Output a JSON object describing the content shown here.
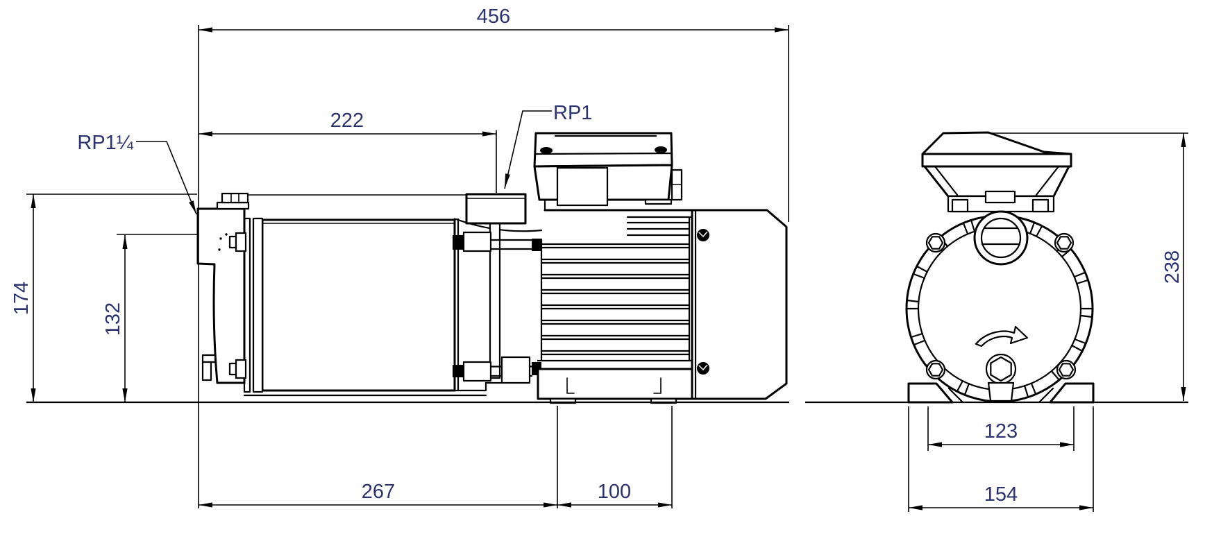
{
  "drawing": {
    "type": "technical-dimension-drawing",
    "subject": "Horizontal multistage centrifugal pump with motor - side elevation and front elevation with dimensions",
    "unit": "mm",
    "line_color": "#000000",
    "dim_text_color": "#2b3270",
    "background_color": "#ffffff",
    "labels": {
      "discharge_port": "RP1",
      "suction_port": "RP1¼"
    },
    "side_view": {
      "dimensions": {
        "overall_length": "456",
        "suction_to_discharge_port": "222",
        "suction_port_height": "174",
        "tie_bolt_height": "132",
        "end_to_front_foot_hole": "267",
        "motor_foot_hole_spacing": "100"
      }
    },
    "front_view": {
      "dimensions": {
        "overall_height": "238",
        "foot_hole_spacing": "123",
        "foot_overall_width": "154"
      }
    }
  }
}
